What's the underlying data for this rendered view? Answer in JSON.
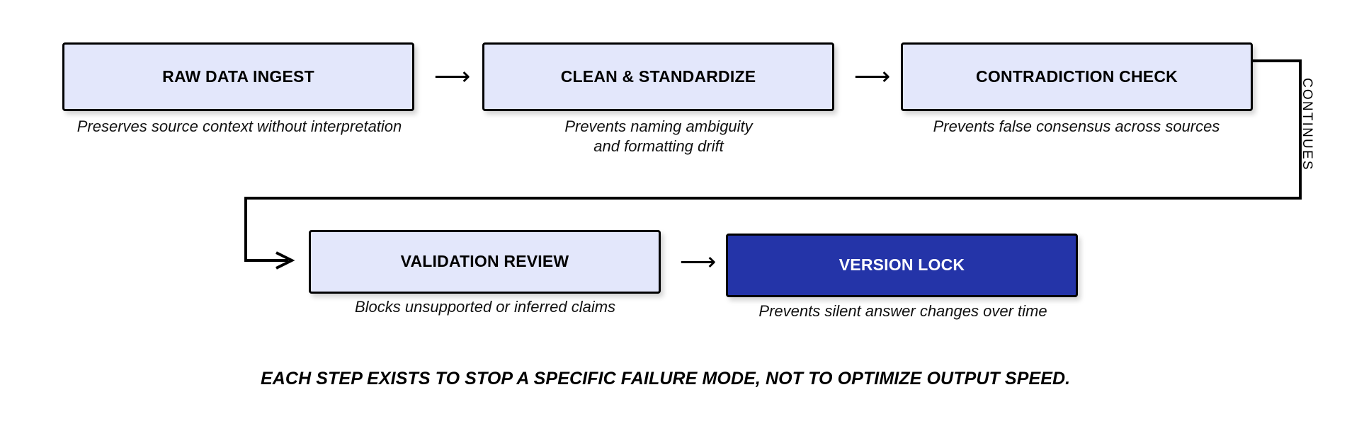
{
  "diagram": {
    "type": "flowchart",
    "orientation": "horizontal-wrapping",
    "colors": {
      "node_fill": "#E3E7FB",
      "accent_fill": "#2434A8",
      "accent_text": "#FFFFFF",
      "border": "#000000",
      "background": "#FFFFFF",
      "text": "#000000"
    },
    "nodes": [
      {
        "id": "raw-data-ingest",
        "label": "RAW DATA INGEST",
        "caption": "Preserves source context without interpretation",
        "style": "light",
        "row": 1
      },
      {
        "id": "clean-standardize",
        "label": "CLEAN & STANDARDIZE",
        "caption": "Prevents naming ambiguity\nand formatting drift",
        "style": "light",
        "row": 1
      },
      {
        "id": "contradiction-check",
        "label": "CONTRADICTION CHECK",
        "caption": "Prevents false consensus across sources",
        "style": "light",
        "row": 1
      },
      {
        "id": "validation-review",
        "label": "VALIDATION REVIEW",
        "caption": "Blocks unsupported or inferred claims",
        "style": "light",
        "row": 2
      },
      {
        "id": "version-lock",
        "label": "VERSION LOCK",
        "caption": "Prevents silent answer changes over time",
        "style": "accent",
        "row": 2
      }
    ],
    "connectors": [
      {
        "from": "raw-data-ingest",
        "to": "clean-standardize",
        "glyph": "⟶"
      },
      {
        "from": "clean-standardize",
        "to": "contradiction-check",
        "glyph": "⟶"
      },
      {
        "from": "contradiction-check",
        "to": "validation-review",
        "label": "CONTINUES"
      },
      {
        "from": "validation-review",
        "to": "version-lock",
        "glyph": "⟶"
      }
    ],
    "wrap_label": "CONTINUES",
    "footer": "EACH STEP EXISTS TO STOP A SPECIFIC FAILURE MODE, NOT TO OPTIMIZE OUTPUT SPEED."
  }
}
